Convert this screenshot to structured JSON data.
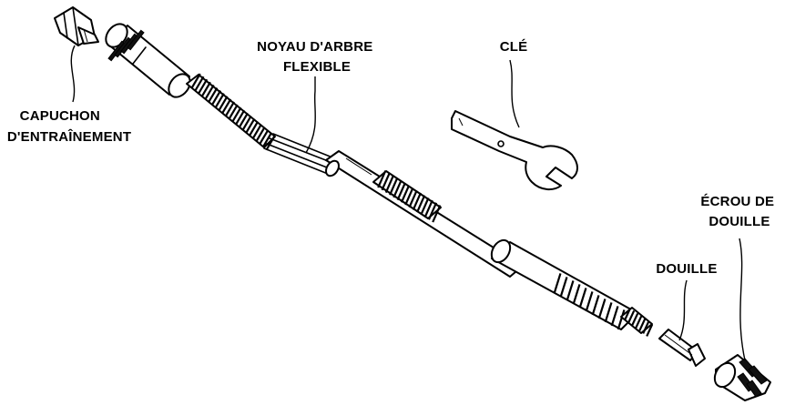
{
  "labels": {
    "drive_cap": [
      "CAPUCHON",
      "D'ENTRAÎNEMENT"
    ],
    "core": [
      "NOYAU D'ARBRE",
      "FLEXIBLE"
    ],
    "wrench": [
      "CLÉ"
    ],
    "collet_nut": [
      "ÉCROU DE",
      "DOUILLE"
    ],
    "collet": [
      "DOUILLE"
    ]
  }
}
